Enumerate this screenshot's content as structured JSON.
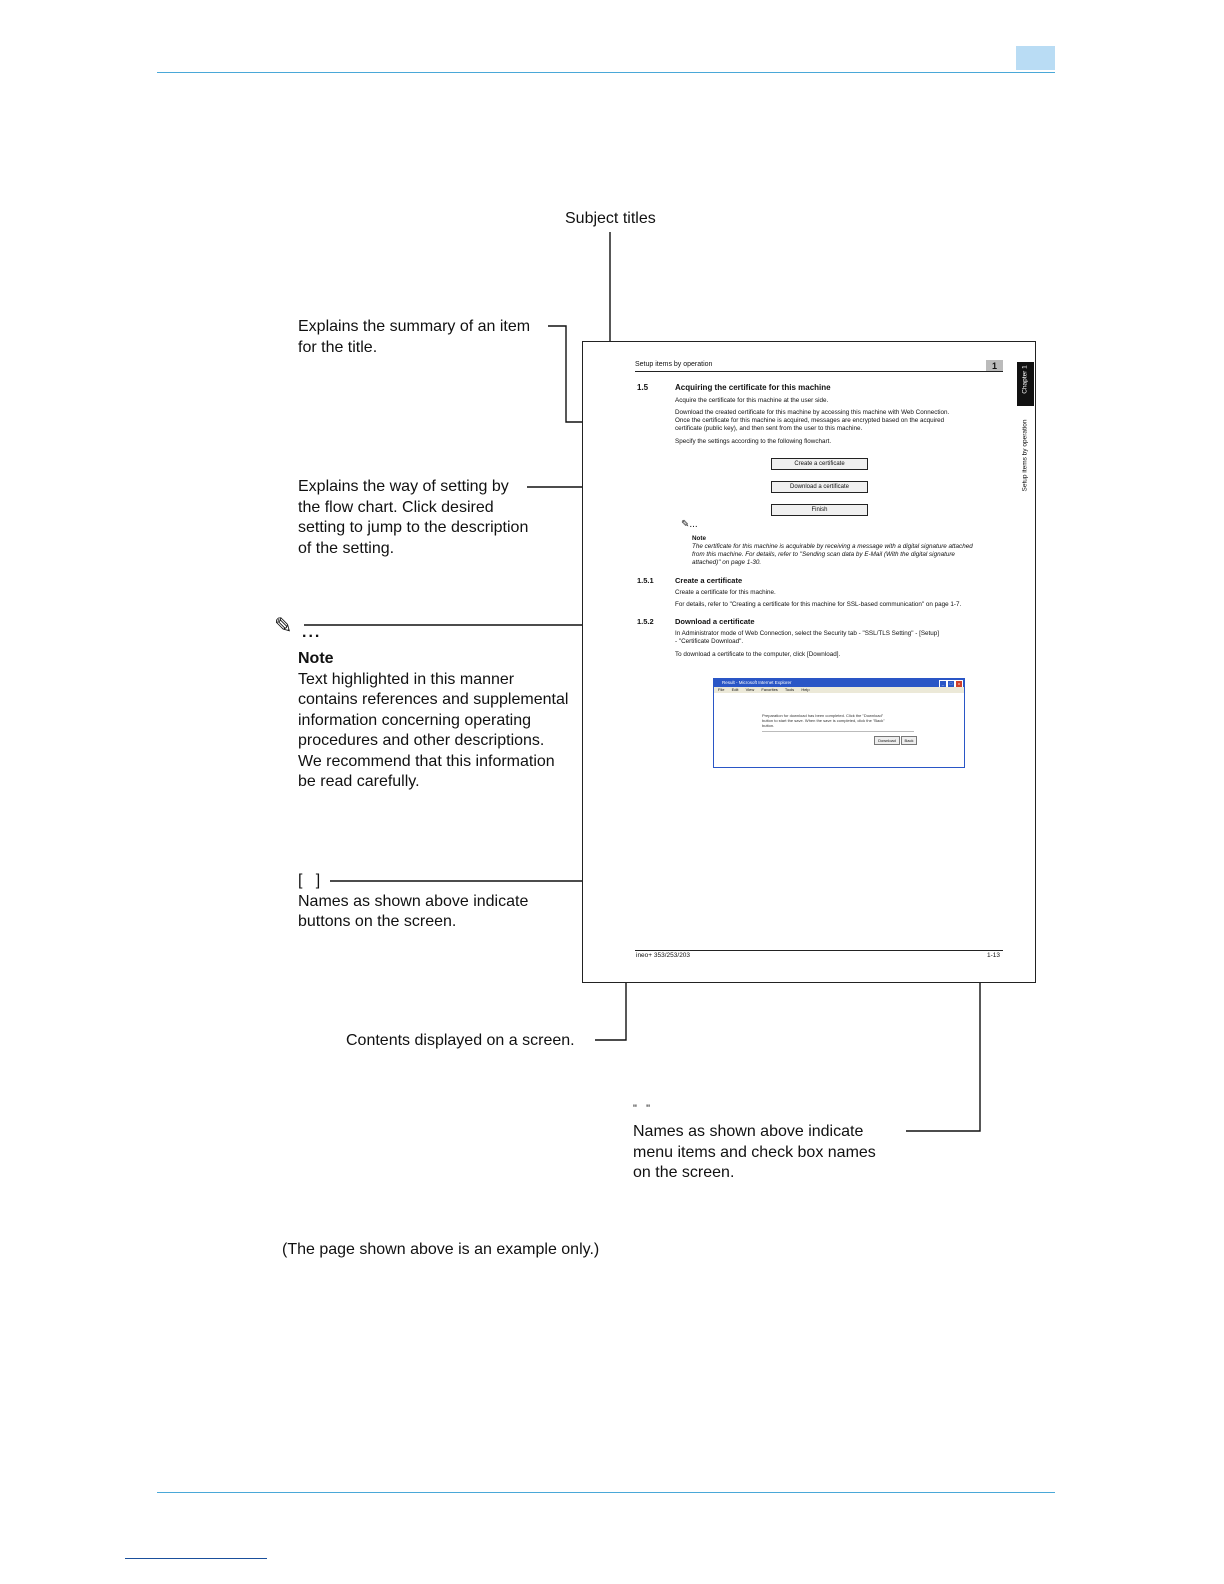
{
  "callouts": {
    "subject_titles": "Subject titles",
    "summary": [
      "Explains the summary of an item",
      "for  the title."
    ],
    "flow": [
      "Explains the way of setting by",
      "the flow chart. Click desired",
      "setting to jump to the description",
      "of the setting."
    ],
    "note_glyph": "✎",
    "note_dots": "...",
    "note_title": "Note",
    "note_body": [
      "Text highlighted in this manner",
      "contains references and supplemental",
      "information concerning operating",
      "procedures and other descriptions.",
      "We recommend that this information",
      "be read carefully."
    ],
    "brackets_symbol": "[   ]",
    "brackets_body": [
      "Names as shown above indicate",
      "buttons on the screen."
    ],
    "contents": "Contents displayed on a screen.",
    "quotes_symbol": "\"   \"",
    "quotes_body": [
      "Names as shown above indicate",
      "menu items and check box names",
      "on the screen."
    ],
    "example_note": "(The page shown above is an example only.)"
  },
  "example_page": {
    "header": "Setup items by operation",
    "page_tab": "1",
    "chapter": "Chapter 1",
    "side_title": "Setup items by operation",
    "section_num": "1.5",
    "section_title": "Acquiring the certificate for this machine",
    "p1": "Acquire the certificate for this machine at the user side.",
    "p2": [
      "Download the created certificate for this machine by accessing this machine with Web Connection.",
      "Once the certificate for this machine is acquired, messages are encrypted based on the acquired",
      "certificate (public key), and then sent from the user to this machine."
    ],
    "p3": "Specify the settings according to the following flowchart.",
    "flow_boxes": [
      "Create a certificate",
      "Download a certificate",
      "Finish"
    ],
    "note_icon": "✎...",
    "note_label": "Note",
    "note_text": [
      "The certificate for this machine is acquirable by receiving a message with a digital signature attached",
      "from this machine. For details, refer to \"Sending scan data by E-Mail (With the digital signature",
      "attached)\" on page 1-30."
    ],
    "sub1_num": "1.5.1",
    "sub1_title": "Create a certificate",
    "sub1_p1": "Create a certificate for this machine.",
    "sub1_p2": "For details, refer to \"Creating a certificate for this machine for SSL-based communication\" on page 1-7.",
    "sub2_num": "1.5.2",
    "sub2_title": "Download a certificate",
    "sub2_p1": [
      "In Administrator mode of Web Connection, select the Security tab - \"SSL/TLS Setting\" - [Setup]",
      "- \"Certificate Download\"."
    ],
    "sub2_p2": "To download a certificate to the computer, click [Download].",
    "footer_left": "ineo+ 353/253/203",
    "footer_right": "1-13"
  },
  "window": {
    "title": "Result - Microsoft Internet Explorer",
    "menu": [
      "File",
      "Edit",
      "View",
      "Favorites",
      "Tools",
      "Help"
    ],
    "message": [
      "Preparation for download has been completed. Click the \"Download\"",
      "button to start the save. When the save is completed, click the \"Back\"",
      "button."
    ],
    "download_btn": "Download",
    "back_btn": "Back",
    "ctrl_min": "_",
    "ctrl_max": "□",
    "ctrl_close": "x"
  }
}
